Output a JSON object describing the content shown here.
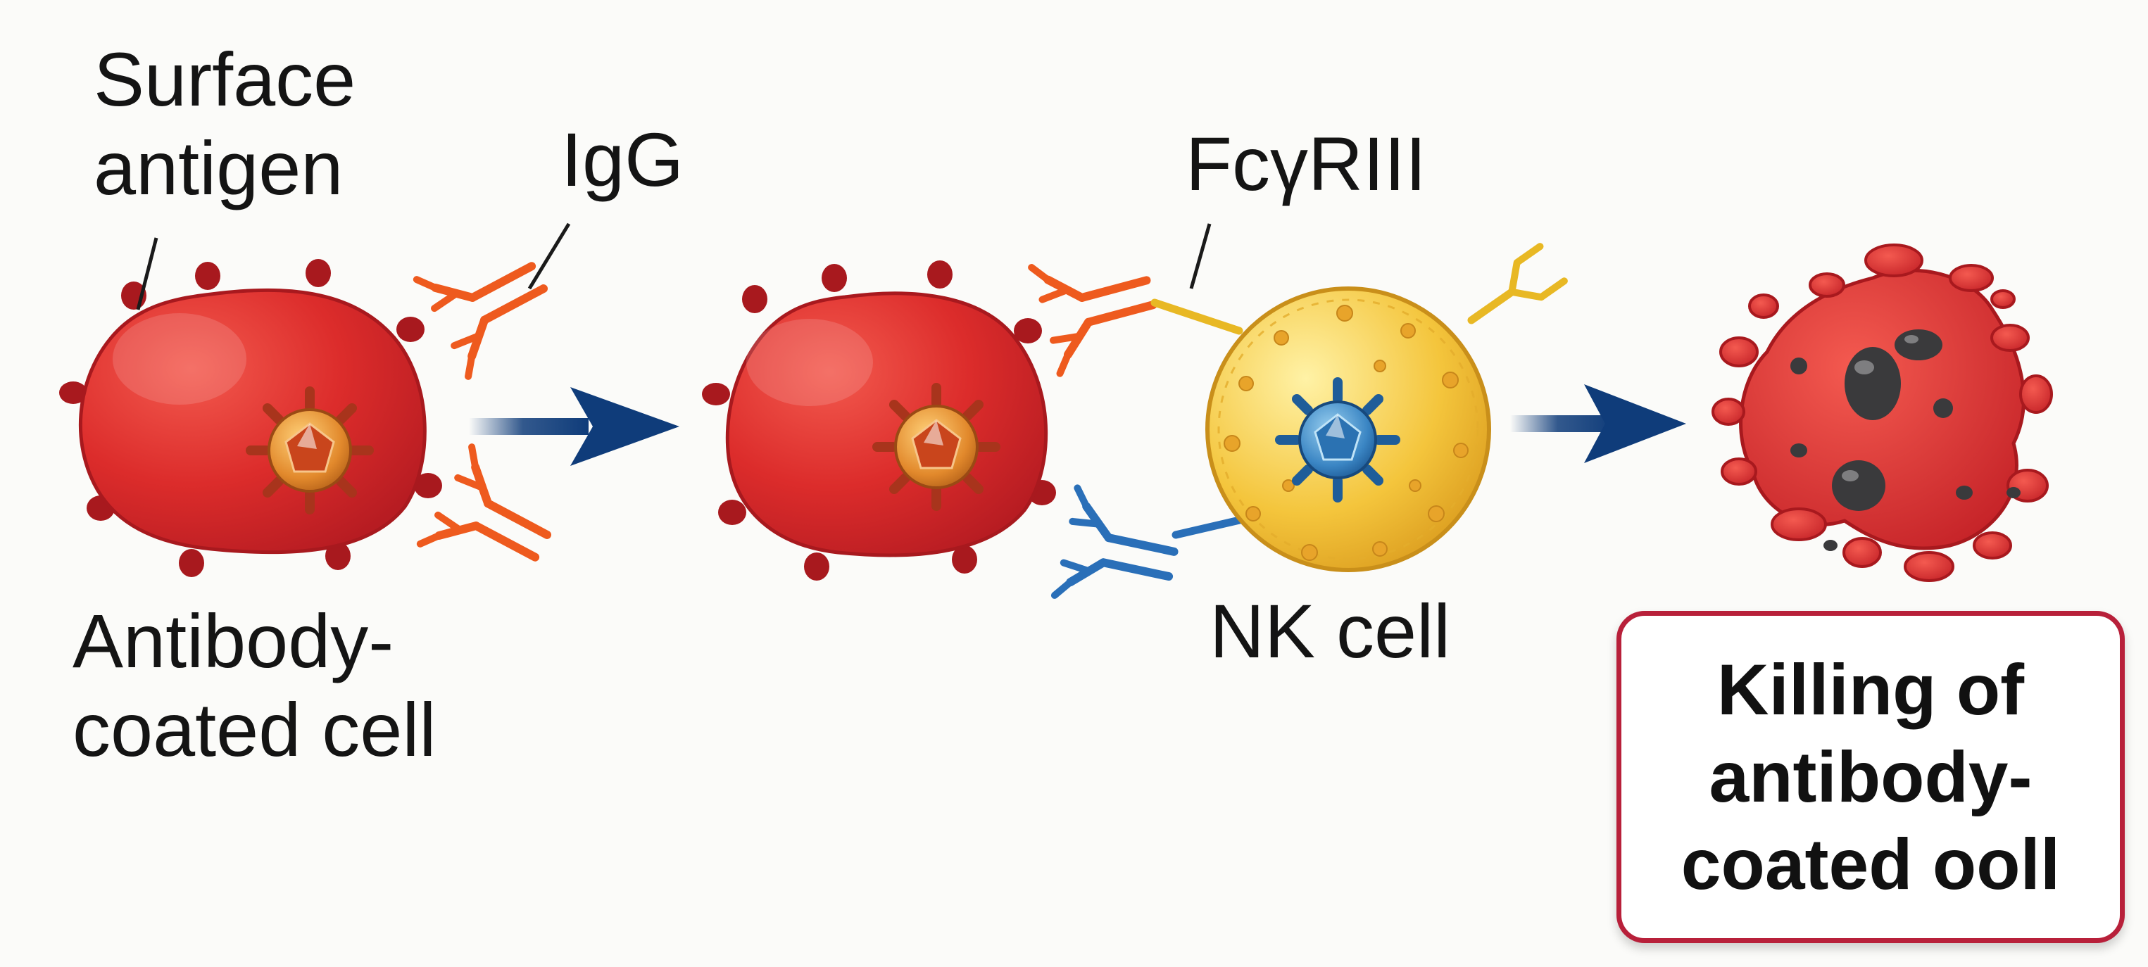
{
  "labels": {
    "surface_antigen": "Surface\nantigen",
    "igg": "IgG",
    "fcgriii": "FcγRIII",
    "antibody_coated_cell": "Antibody-\ncoated cell",
    "nk_cell": "NK cell"
  },
  "result_box": {
    "text": "Killing of\nantibody-\ncoated ooll",
    "border_color": "#b8203a"
  },
  "colors": {
    "target_cell": "#d92a2c",
    "nk_cell": "#f2c23a",
    "igg_antibody": "#ee5a1e",
    "fc_receptor_yellow": "#e8b824",
    "fc_receptor_blue": "#2a6fb8",
    "arrow": "#0f3c7a"
  },
  "icons": [
    "target-cell-icon",
    "igg-antibody-icon",
    "nk-cell-icon",
    "fc-receptor-icon",
    "arrow-right-icon",
    "lysed-cell-icon"
  ]
}
